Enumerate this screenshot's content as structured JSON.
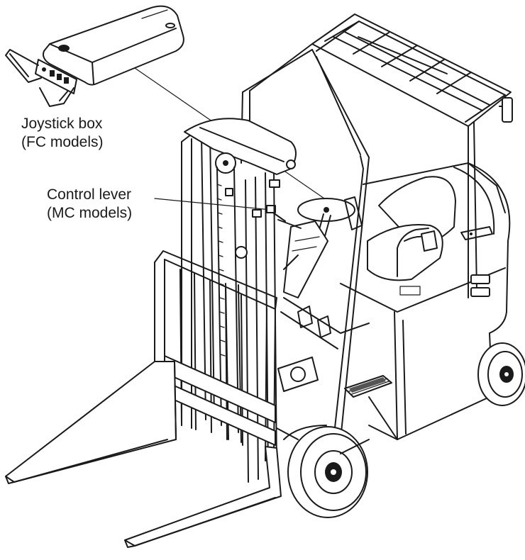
{
  "labels": {
    "joystick_box": {
      "line1": "Joystick box",
      "line2": "(FC models)"
    },
    "control_lever": {
      "line1": "Control lever",
      "line2": "(MC models)"
    }
  },
  "colors": {
    "ink": "#1a1a1a",
    "background": "#ffffff"
  }
}
